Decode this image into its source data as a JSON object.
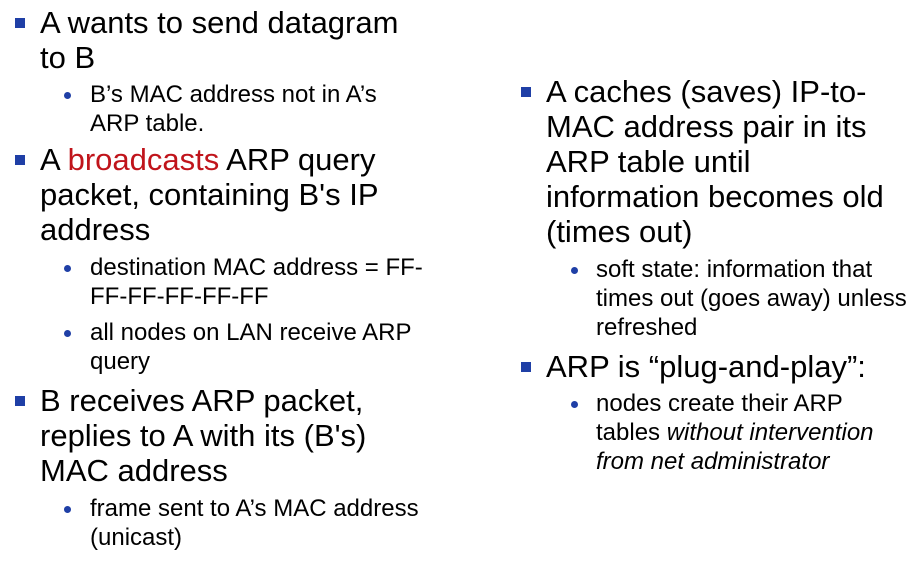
{
  "left": {
    "b1": {
      "text": "A wants to send datagram to B"
    },
    "b1_sub1": {
      "text": "B’s MAC address not in A’s ARP table."
    },
    "b2": {
      "pre": "A ",
      "highlight": "broadcasts",
      "post": " ARP query packet, containing B's IP address"
    },
    "b2_sub1": {
      "text": "destination MAC address = FF-FF-FF-FF-FF-FF"
    },
    "b2_sub2": {
      "text": "all nodes on LAN receive ARP query"
    },
    "b3": {
      "text": "B receives ARP packet, replies to A with its (B's) MAC address"
    },
    "b3_sub1": {
      "text": "frame sent to A’s MAC address (unicast)"
    }
  },
  "right": {
    "b1": {
      "text": "A caches (saves) IP-to-MAC address pair in its ARP table until information becomes old (times out)"
    },
    "b1_sub1": {
      "text": "soft state: information that times out (goes away) unless refreshed"
    },
    "b2": {
      "text": "ARP is “plug-and-play”:"
    },
    "b2_sub1": {
      "pre": "nodes create their ARP tables ",
      "italic": "without intervention from net administrator"
    }
  },
  "colors": {
    "bullet": "#1f3fa6",
    "highlight": "#c0141b"
  }
}
